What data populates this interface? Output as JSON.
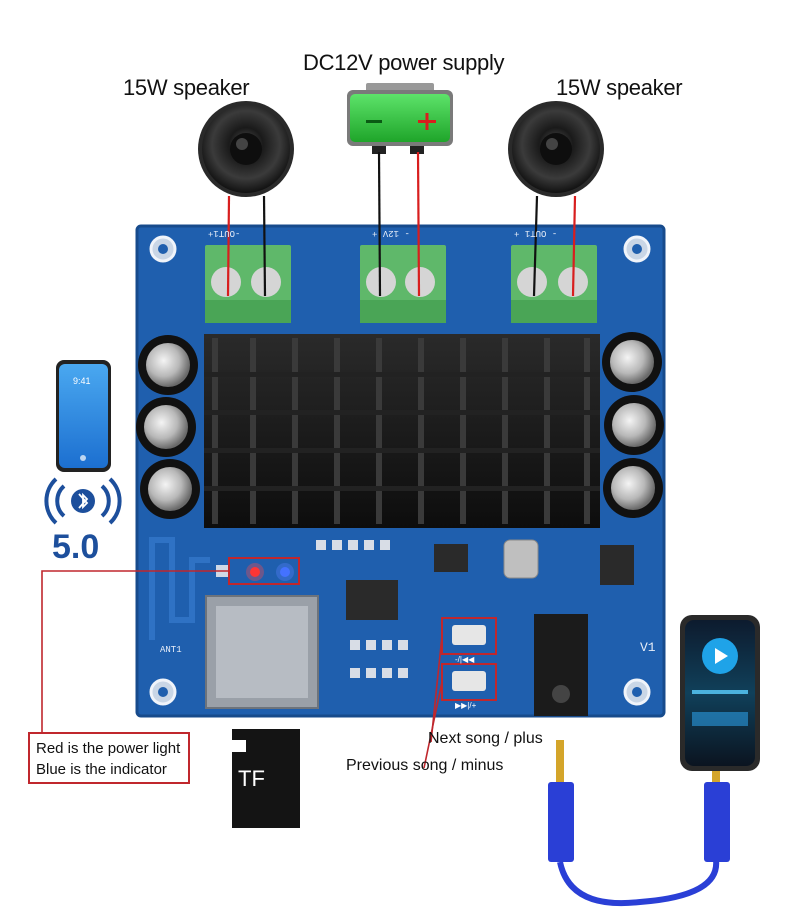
{
  "labels": {
    "power_supply": "DC12V power supply",
    "speaker_left": "15W speaker",
    "speaker_right": "15W speaker",
    "next_song": "Next song / plus",
    "prev_song": "Previous song / minus",
    "power_light": "Red is the power light",
    "indicator": "Blue is the indicator",
    "bluetooth_version": "5.0",
    "tf_card": "TF",
    "phone_time": "9:41",
    "board_version": "V1",
    "antenna": "ANT1",
    "terminal_left": "-OUT1+",
    "terminal_mid": "- 12V +",
    "terminal_right": "- OUT1 +",
    "btn_prev": "-/|◀◀",
    "btn_next": "▶▶|/+"
  },
  "colors": {
    "pcb": "#1f5fae",
    "terminal": "#5fb86a",
    "battery": "#2fcf3a",
    "wire_red": "#d81e1e",
    "cable": "#2a3fd6",
    "callout": "#c0272d"
  },
  "icons": {
    "bluetooth": "bluetooth-icon",
    "phone": "smartphone-icon",
    "mp3": "mp3-player-icon",
    "speaker": "speaker-icon",
    "sd": "tf-card-icon"
  }
}
